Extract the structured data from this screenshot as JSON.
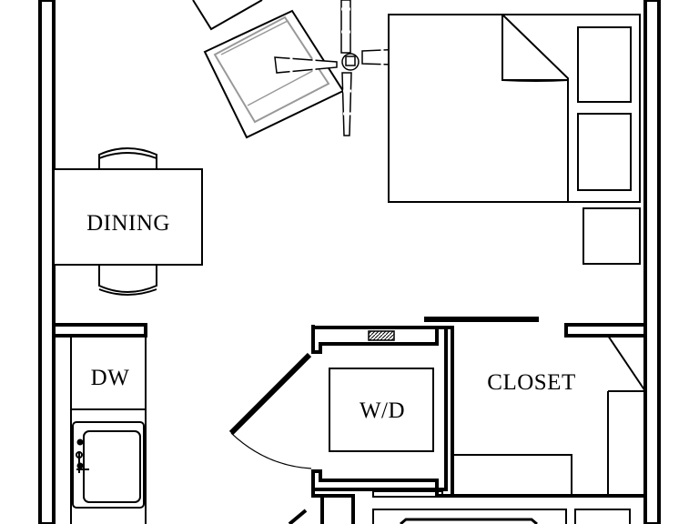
{
  "floorplan": {
    "rooms": {
      "dining": "DINING",
      "dishwasher": "DW",
      "washer_dryer": "W/D",
      "closet": "CLOSET"
    },
    "colors": {
      "wall": "#000000",
      "background": "#ffffff",
      "chair_inner": "#999999",
      "vent_fill": "#888888"
    }
  }
}
